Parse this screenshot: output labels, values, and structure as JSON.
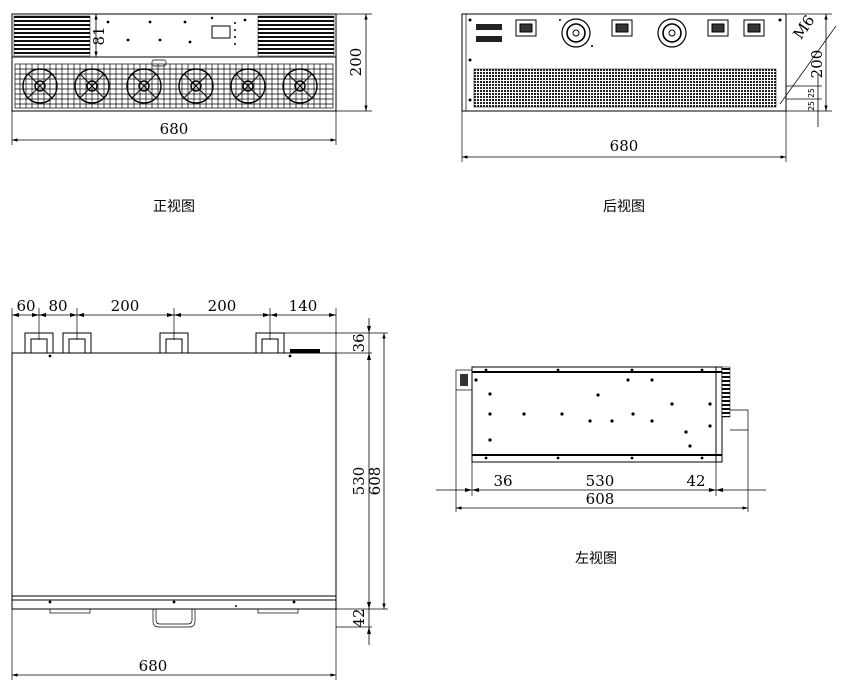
{
  "views": {
    "front": {
      "caption": "正视图",
      "width": "680",
      "height": "200",
      "top_height": "81"
    },
    "rear": {
      "caption": "后视图",
      "width": "680",
      "height": "200",
      "thread": "M6",
      "offset_a": "25",
      "offset_b": "25"
    },
    "top": {
      "widths": [
        "60",
        "80",
        "200",
        "200",
        "140"
      ],
      "total_width": "680",
      "front_offset": "36",
      "body_depth": "530",
      "total_depth": "608",
      "rear_offset": "42"
    },
    "left": {
      "caption": "左视图",
      "front_offset": "36",
      "body_depth": "530",
      "rear_offset": "42",
      "total_depth": "608"
    }
  }
}
